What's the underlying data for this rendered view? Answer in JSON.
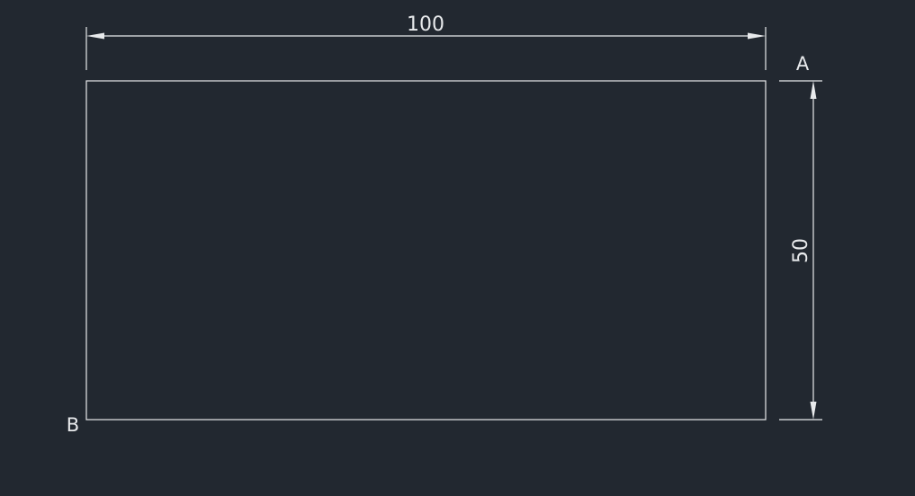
{
  "drawing": {
    "background_color": "#222830",
    "line_color": "#e8eaec",
    "rectangle": {
      "width_value": "100",
      "height_value": "50"
    },
    "points": {
      "a_label": "A",
      "b_label": "B"
    }
  }
}
